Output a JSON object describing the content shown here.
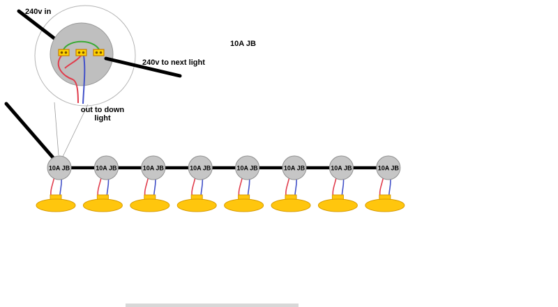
{
  "detail": {
    "label_240v_in": "240v in",
    "label_jb": "10A JB",
    "label_to_next": "240v to next light",
    "label_out_down_line1": "out to down",
    "label_out_down_line2": "light"
  },
  "run": {
    "count": 8,
    "jb_label": "10A JB"
  },
  "colors": {
    "cable": "#000000",
    "wire_red": "#e03c4c",
    "wire_blue": "#4150c8",
    "wire_green": "#3aaa35",
    "jb_fill": "#c6c6c6",
    "jb_stroke": "#8f8f8f",
    "detail_fill": "#bfbfbf",
    "detail_stroke": "#979797",
    "outer_ring": "#b3b3b3",
    "light_fill": "#ffc60d",
    "light_stroke": "#d89b00",
    "terminal_fill": "#ffd400",
    "terminal_stroke": "#c87d00",
    "terminal_dot": "#7a5200",
    "callout_line": "#9a9a9a",
    "artifact_gray": "#d8d8d8"
  }
}
